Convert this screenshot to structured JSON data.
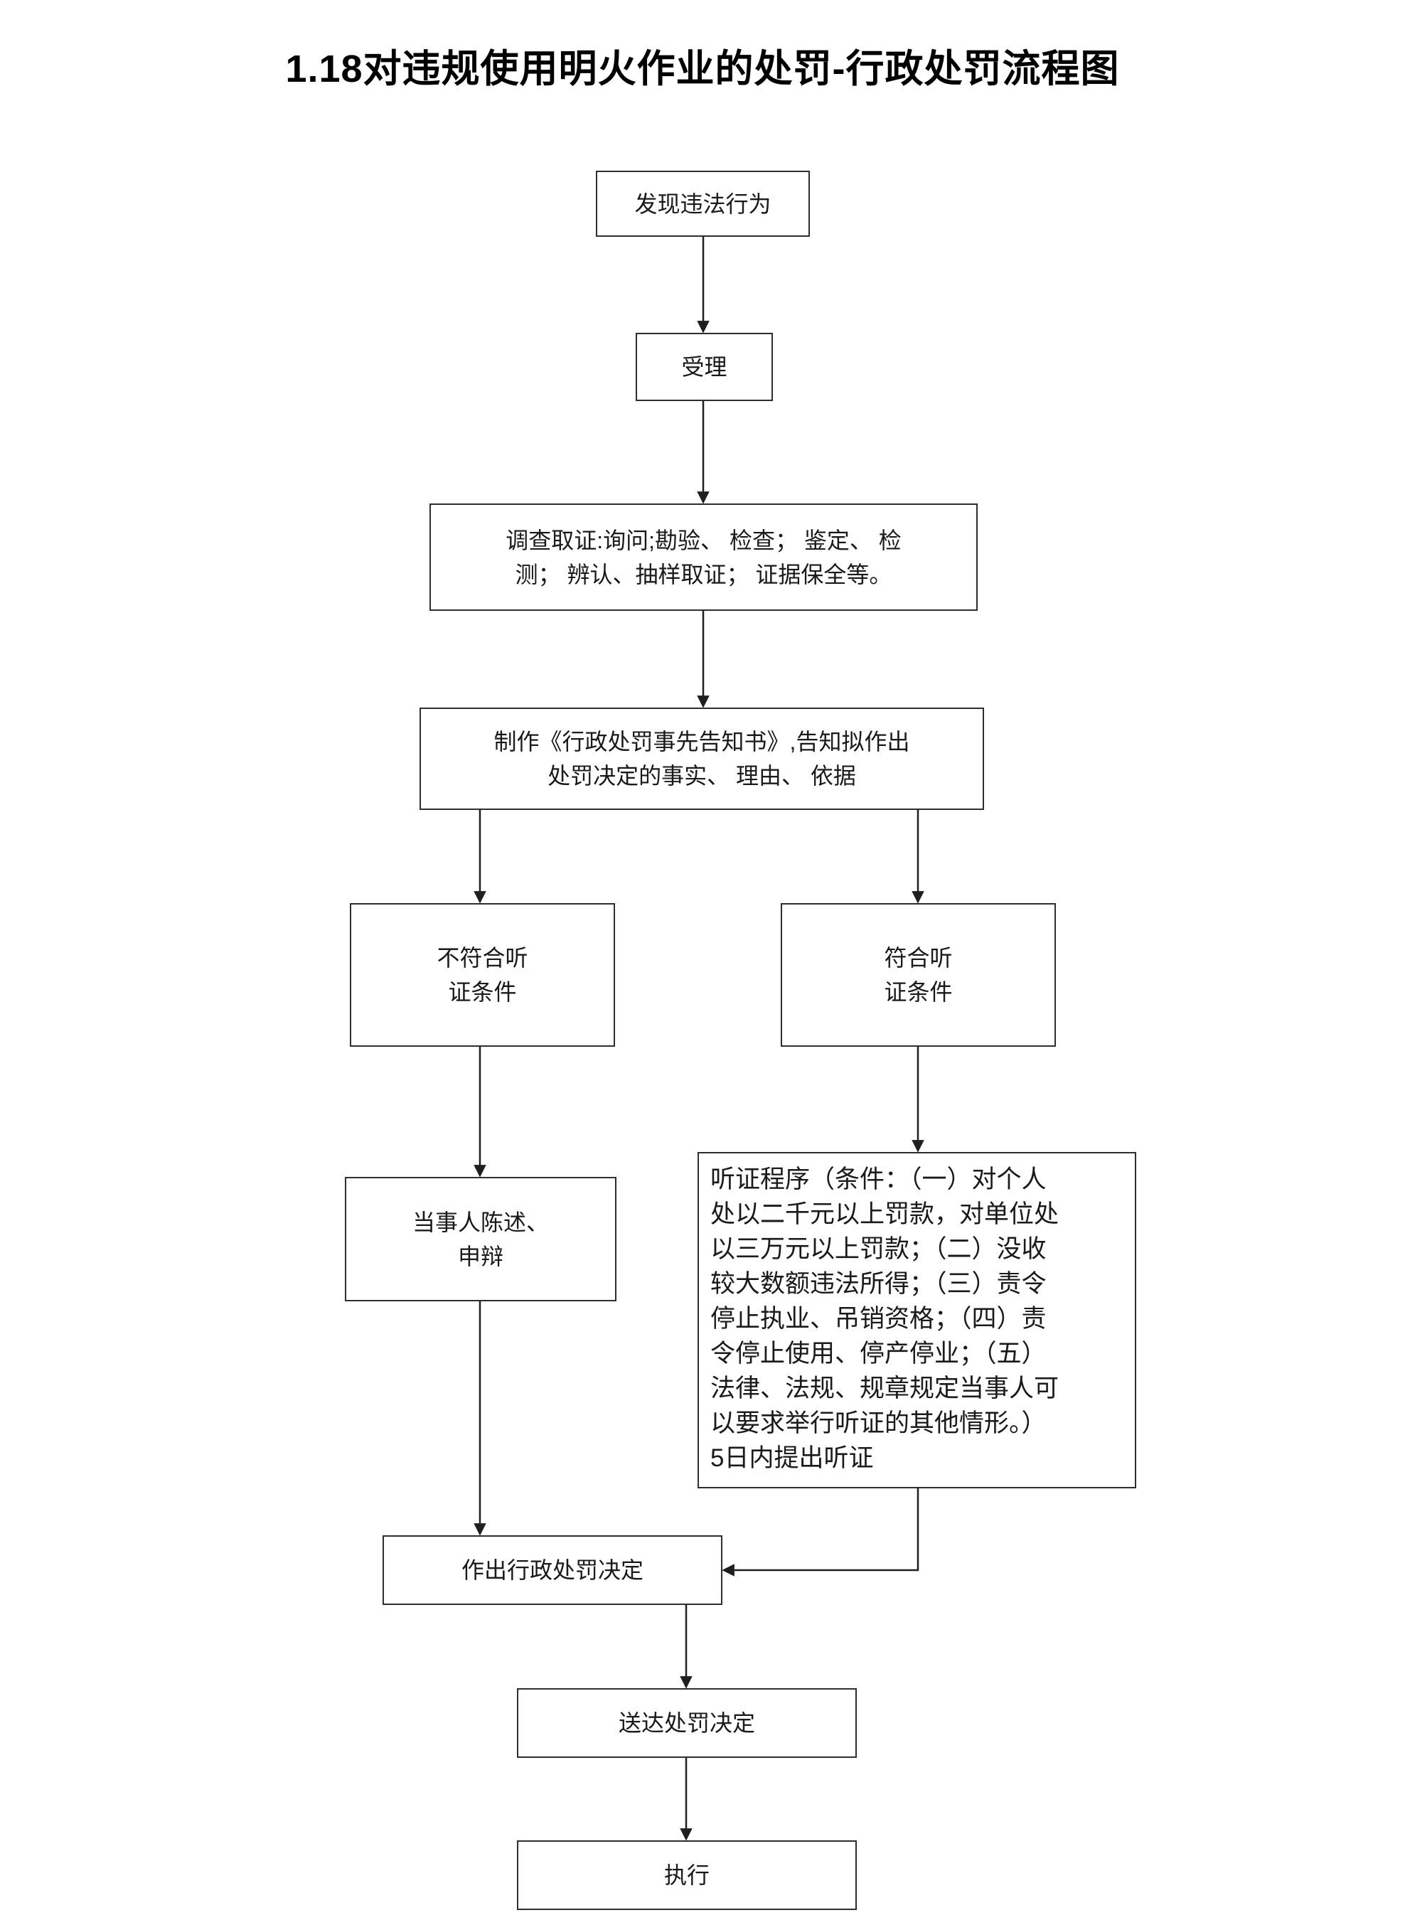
{
  "title": "1.18对违规使用明火作业的处罚-行政处罚流程图",
  "nodes": {
    "discover": "发现违法行为",
    "accept": "受理",
    "investigate": "调查取证:询问;勘验、 检查； 鉴定、 检\n测； 辨认、抽样取证； 证据保全等。",
    "notice": "制作《行政处罚事先告知书》,告知拟作出\n处罚决定的事实、 理由、 依据",
    "no_hearing": "不符合听\n证条件",
    "hearing": "符合听\n证条件",
    "statement": "当事人陈述、\n申辩",
    "hearing_procedure": "听证程序（条件：（一）对个人\n处以二千元以上罚款，对单位处\n以三万元以上罚款；（二）没收\n较大数额违法所得；（三）责令\n停止执业、吊销资格；（四）责\n令停止使用、停产停业；（五）\n法律、法规、规章规定当事人可\n以要求举行听证的其他情形。）\n5日内提出听证",
    "decision": "作出行政处罚决定",
    "deliver": "送达处罚决定",
    "execute": "执行"
  },
  "colors": {
    "line": "#1f1f1f",
    "border": "#2e2e2e",
    "background": "#ffffff"
  }
}
